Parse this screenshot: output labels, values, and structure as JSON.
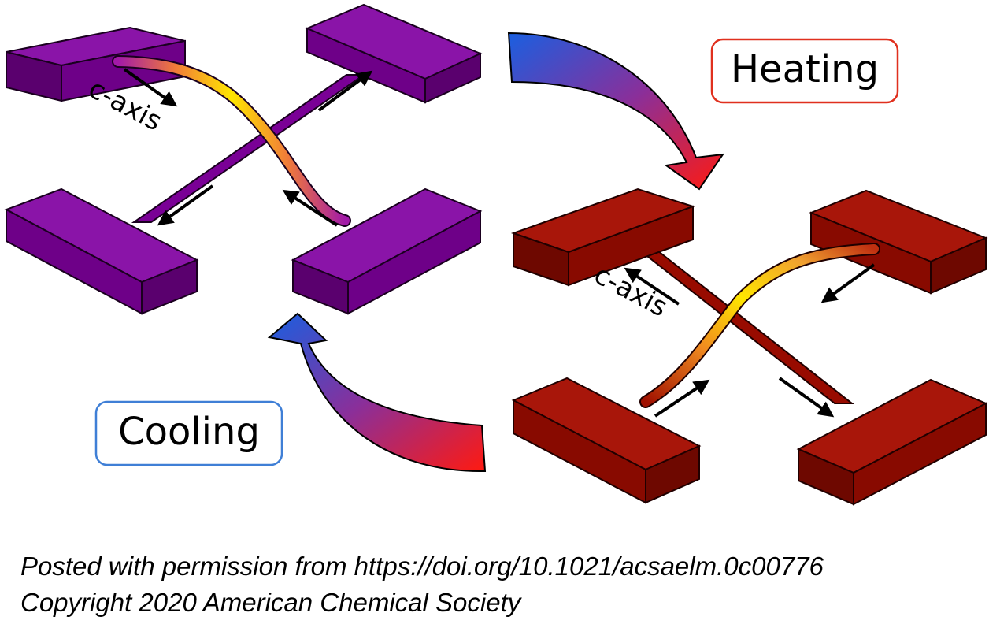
{
  "labels": {
    "heating": "Heating",
    "cooling": "Cooling",
    "axis_left": "c-axis",
    "axis_right": "c-axis"
  },
  "caption": {
    "line1": "Posted with permission from https://doi.org/10.1021/acsaelm.0c00776",
    "line2": "Copyright 2020 American Chemical Society"
  },
  "colors": {
    "left_device": "#7a0096",
    "right_device": "#980b00",
    "heating_box_border": "#e0301e",
    "cooling_box_border": "#3f7fd6",
    "arrow_gradient_start": "#1a5fe0",
    "arrow_gradient_end": "#ff1a10",
    "hot_wire": "#ffe000"
  }
}
